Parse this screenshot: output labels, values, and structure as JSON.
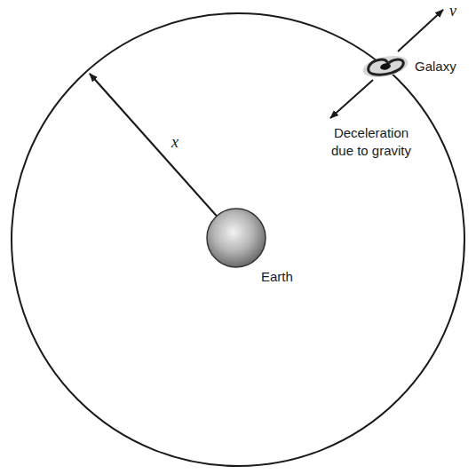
{
  "diagram": {
    "nodes": [
      {
        "text": [
          "Earth"
        ]
      },
      {
        "text": [
          "Galaxy"
        ]
      }
    ],
    "labels": [
      "x",
      "v",
      "Deceleration due to gravity"
    ]
  }
}
